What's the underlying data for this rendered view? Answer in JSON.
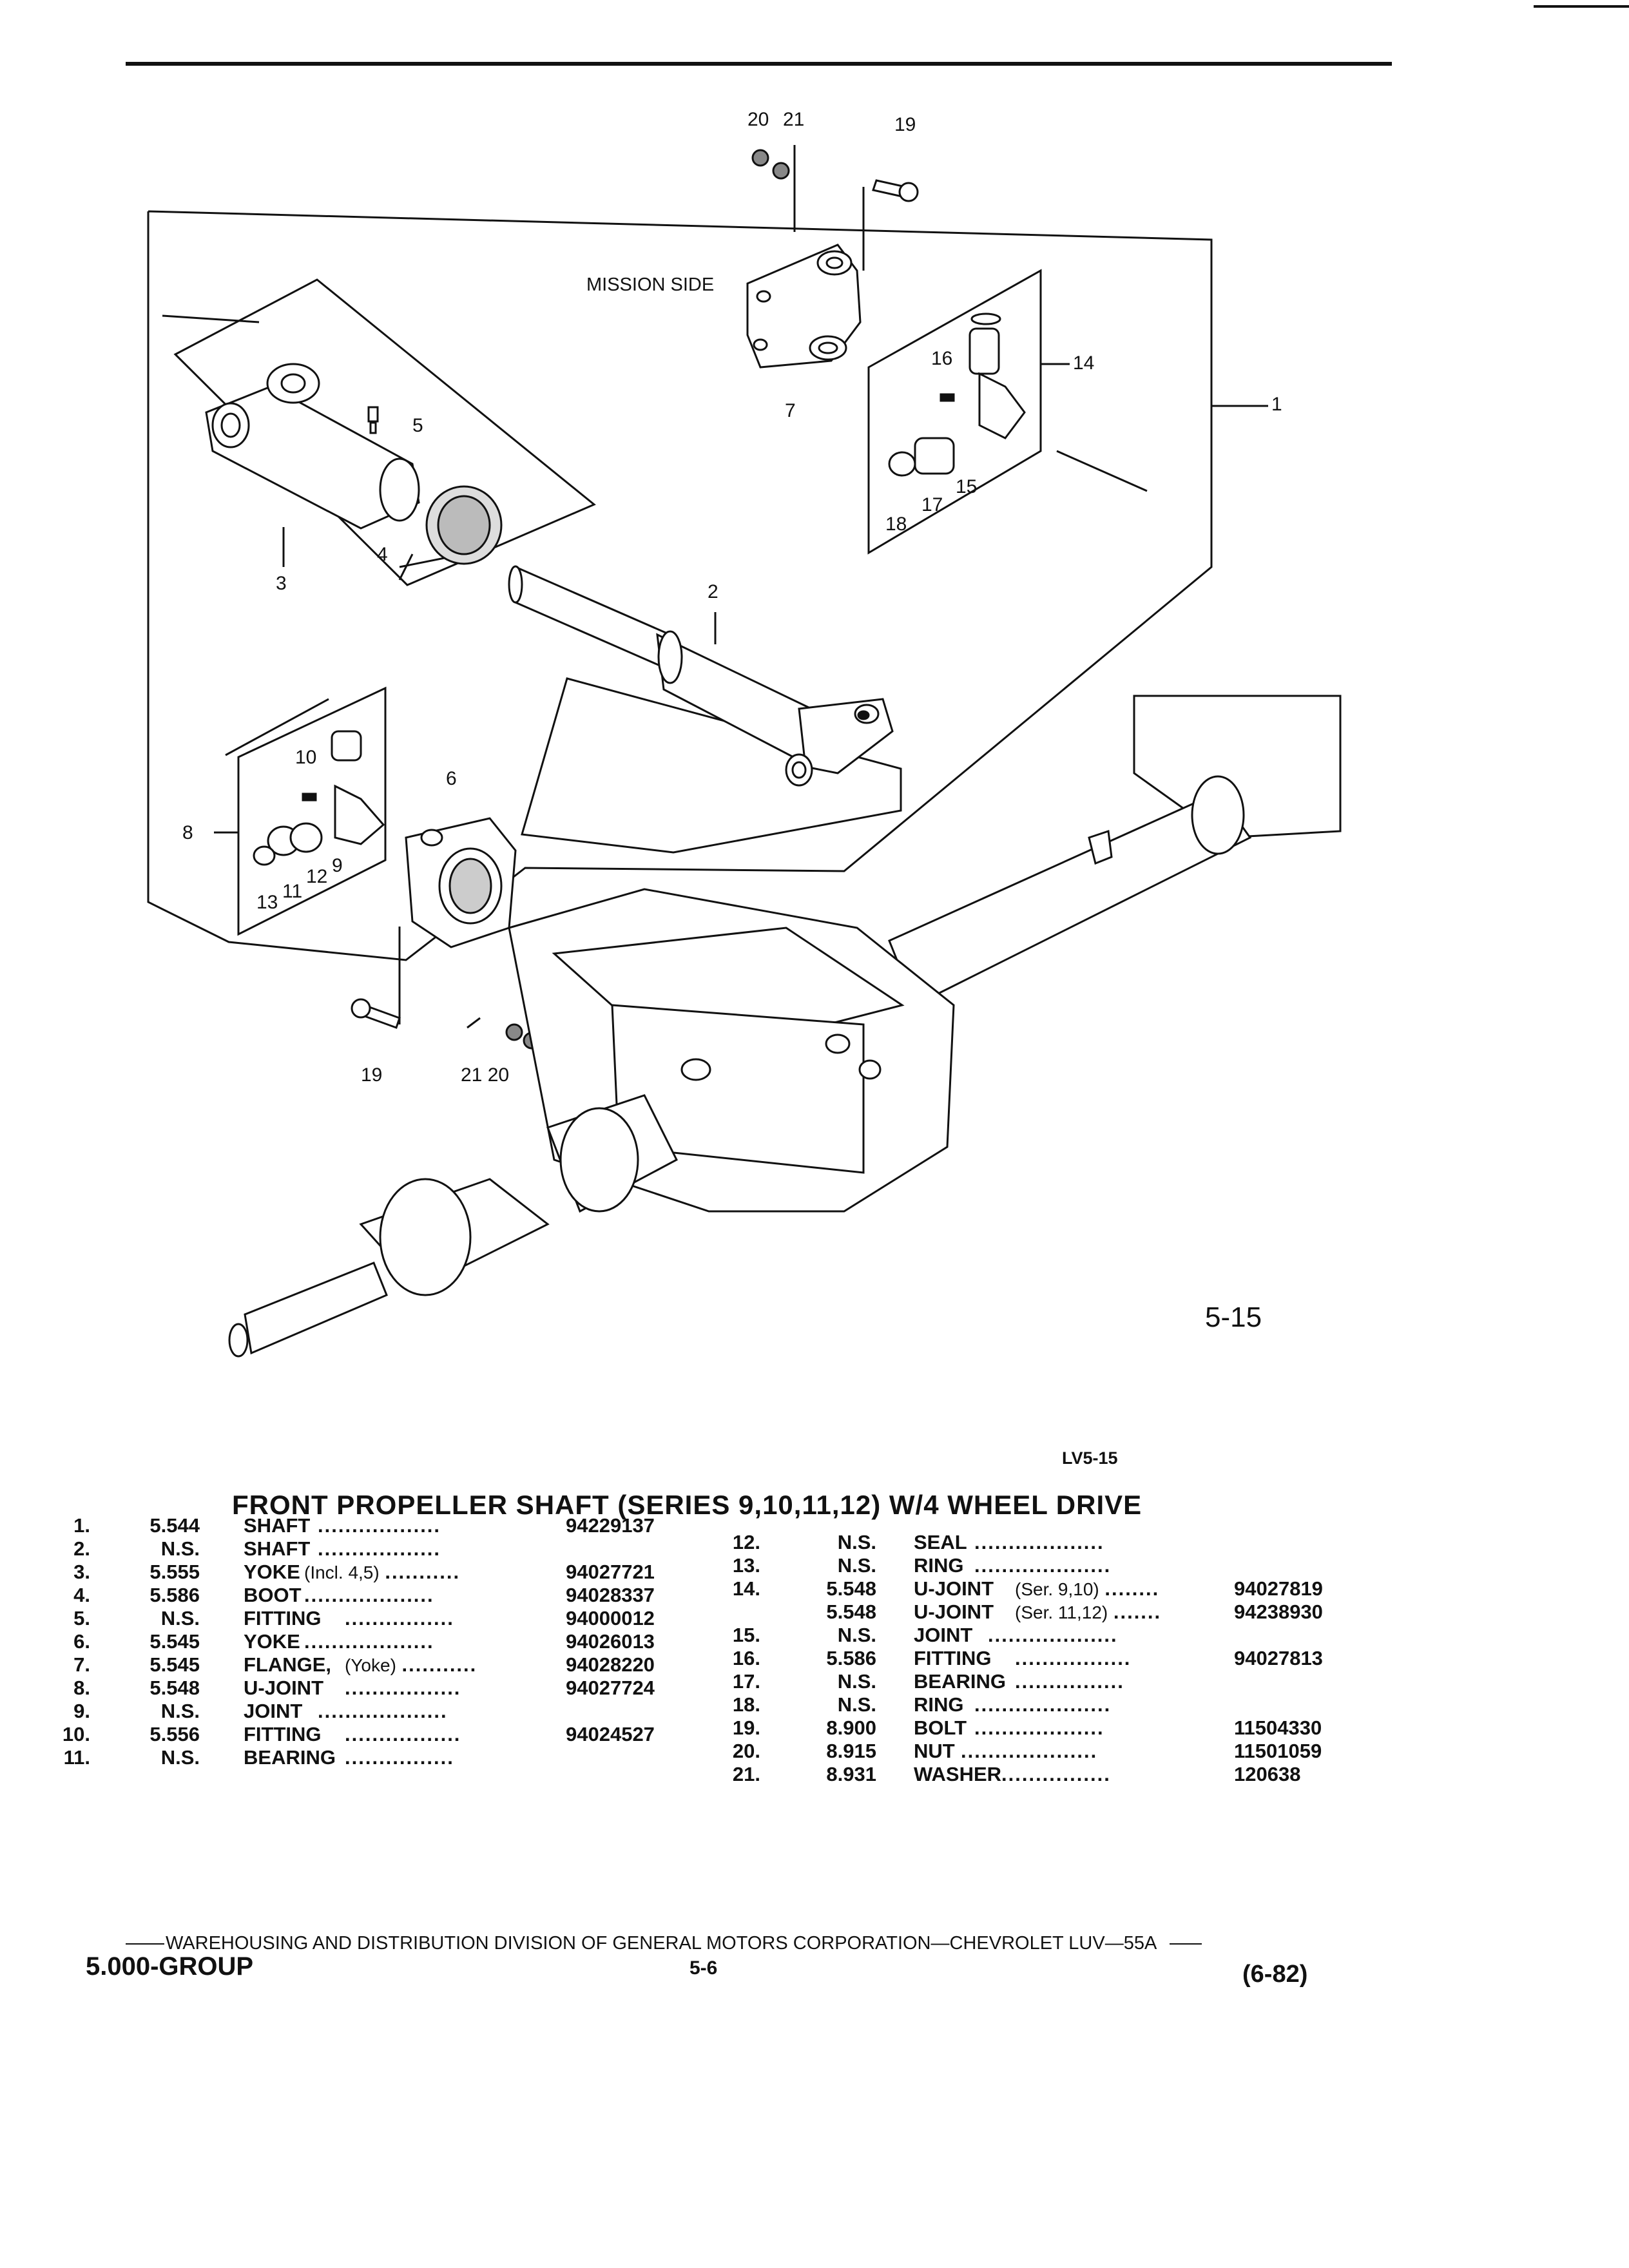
{
  "figure": {
    "mission_side_label": "MISSION SIDE",
    "callouts": [
      "20",
      "21",
      "19",
      "14",
      "16",
      "1",
      "5",
      "15",
      "17",
      "18",
      "7",
      "3",
      "4",
      "2",
      "10",
      "6",
      "8",
      "9",
      "12",
      "11",
      "13",
      "19",
      "21 20"
    ],
    "figure_number": "5-15"
  },
  "illustration_code": "LV5-15",
  "title": "FRONT PROPELLER SHAFT (SERIES 9,10,11,12) W/4 WHEEL DRIVE",
  "parts_left": [
    {
      "num": "1.",
      "group": "5.544",
      "name": "SHAFT",
      "note": "",
      "dots": "..................",
      "part": "94229137"
    },
    {
      "num": "2.",
      "group": "N.S.",
      "name": "SHAFT",
      "note": "",
      "dots": "..................",
      "part": ""
    },
    {
      "num": "3.",
      "group": "5.555",
      "name": "YOKE",
      "note": "(Incl. 4,5)",
      "dots": "...........",
      "part": "94027721"
    },
    {
      "num": "4.",
      "group": "5.586",
      "name": "BOOT",
      "note": "",
      "dots": "...................",
      "part": "94028337"
    },
    {
      "num": "5.",
      "group": "N.S.",
      "name": "FITTING",
      "note": "",
      "dots": "................",
      "part": "94000012"
    },
    {
      "num": "6.",
      "group": "5.545",
      "name": "YOKE",
      "note": "",
      "dots": "...................",
      "part": "94026013"
    },
    {
      "num": "7.",
      "group": "5.545",
      "name": "FLANGE,",
      "note": "(Yoke)",
      "dots": "...........",
      "part": "94028220"
    },
    {
      "num": "8.",
      "group": "5.548",
      "name": "U-JOINT",
      "note": "",
      "dots": ".................",
      "part": "94027724"
    },
    {
      "num": "9.",
      "group": "N.S.",
      "name": "JOINT",
      "note": "",
      "dots": "...................",
      "part": ""
    },
    {
      "num": "10.",
      "group": "5.556",
      "name": "FITTING",
      "note": "",
      "dots": ".................",
      "part": "94024527"
    },
    {
      "num": "11.",
      "group": "N.S.",
      "name": "BEARING",
      "note": "",
      "dots": "................",
      "part": ""
    }
  ],
  "parts_right": [
    {
      "num": "12.",
      "group": "N.S.",
      "name": "SEAL",
      "note": "",
      "dots": "...................",
      "part": ""
    },
    {
      "num": "13.",
      "group": "N.S.",
      "name": "RING",
      "note": "",
      "dots": "....................",
      "part": ""
    },
    {
      "num": "14.",
      "group": "5.548",
      "name": "U-JOINT",
      "note": "(Ser. 9,10)",
      "dots": "........",
      "part": "94027819"
    },
    {
      "num": "",
      "group": "5.548",
      "name": "U-JOINT",
      "note": "(Ser. 11,12)",
      "dots": ".......",
      "part": "94238930"
    },
    {
      "num": "15.",
      "group": "N.S.",
      "name": "JOINT",
      "note": "",
      "dots": "...................",
      "part": ""
    },
    {
      "num": "16.",
      "group": "5.586",
      "name": "FITTING",
      "note": "",
      "dots": ".................",
      "part": "94027813"
    },
    {
      "num": "17.",
      "group": "N.S.",
      "name": "BEARING",
      "note": "",
      "dots": "................",
      "part": ""
    },
    {
      "num": "18.",
      "group": "N.S.",
      "name": "RING",
      "note": "",
      "dots": "....................",
      "part": ""
    },
    {
      "num": "19.",
      "group": "8.900",
      "name": "BOLT",
      "note": "",
      "dots": "...................",
      "part": "11504330"
    },
    {
      "num": "20.",
      "group": "8.915",
      "name": "NUT",
      "note": "",
      "dots": "....................",
      "part": "11501059"
    },
    {
      "num": "21.",
      "group": "8.931",
      "name": "WASHER",
      "note": "",
      "dots": "................",
      "part": "120638"
    }
  ],
  "footer": {
    "line": "WAREHOUSING AND DISTRIBUTION  DIVISION OF GENERAL MOTORS CORPORATION—CHEVROLET LUV—55A",
    "group": "5.000-GROUP",
    "page": "5-6",
    "date": "(6-82)"
  }
}
